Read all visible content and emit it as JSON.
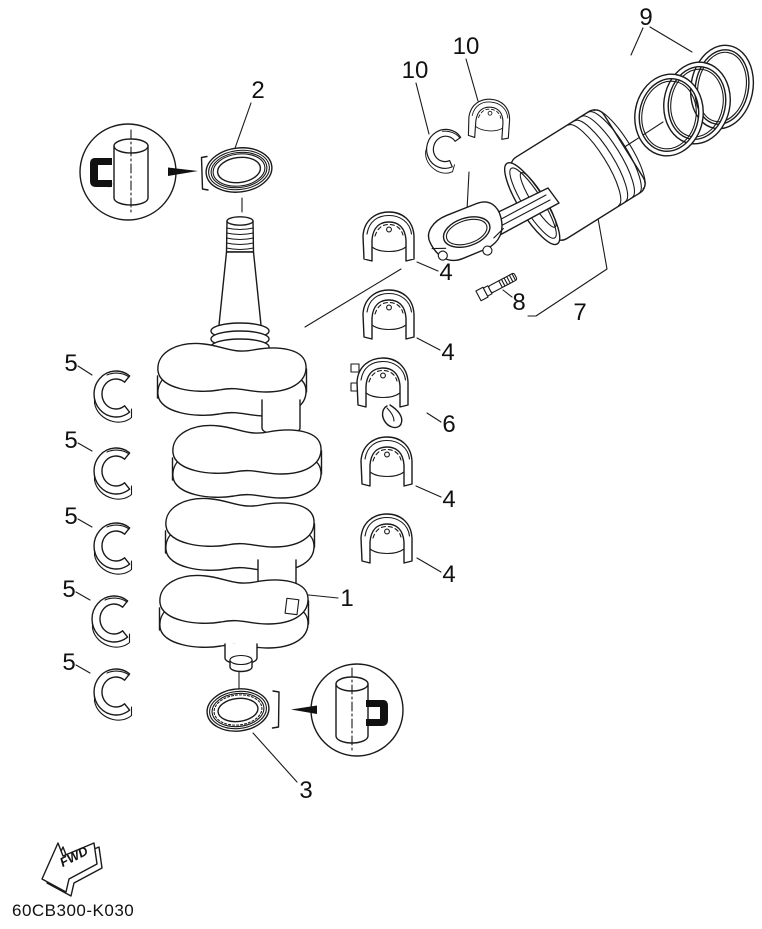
{
  "colors": {
    "line": "#1a1a1a",
    "background": "#ffffff"
  },
  "footer": {
    "drawing_code": "60CB300-K030"
  },
  "orientation": {
    "fwd_label": "FWD"
  },
  "callouts": [
    {
      "id": "2",
      "text": "2"
    },
    {
      "id": "10-upper",
      "text": "10"
    },
    {
      "id": "10-lower",
      "text": "10"
    },
    {
      "id": "9",
      "text": "9"
    },
    {
      "id": "4-a",
      "text": "4"
    },
    {
      "id": "4-b",
      "text": "4"
    },
    {
      "id": "6",
      "text": "6"
    },
    {
      "id": "4-c",
      "text": "4"
    },
    {
      "id": "4-d",
      "text": "4"
    },
    {
      "id": "8",
      "text": "8"
    },
    {
      "id": "7",
      "text": "7"
    },
    {
      "id": "5-a",
      "text": "5"
    },
    {
      "id": "5-b",
      "text": "5"
    },
    {
      "id": "5-c",
      "text": "5"
    },
    {
      "id": "5-d",
      "text": "5"
    },
    {
      "id": "5-e",
      "text": "5"
    },
    {
      "id": "1",
      "text": "1"
    },
    {
      "id": "3",
      "text": "3"
    }
  ]
}
